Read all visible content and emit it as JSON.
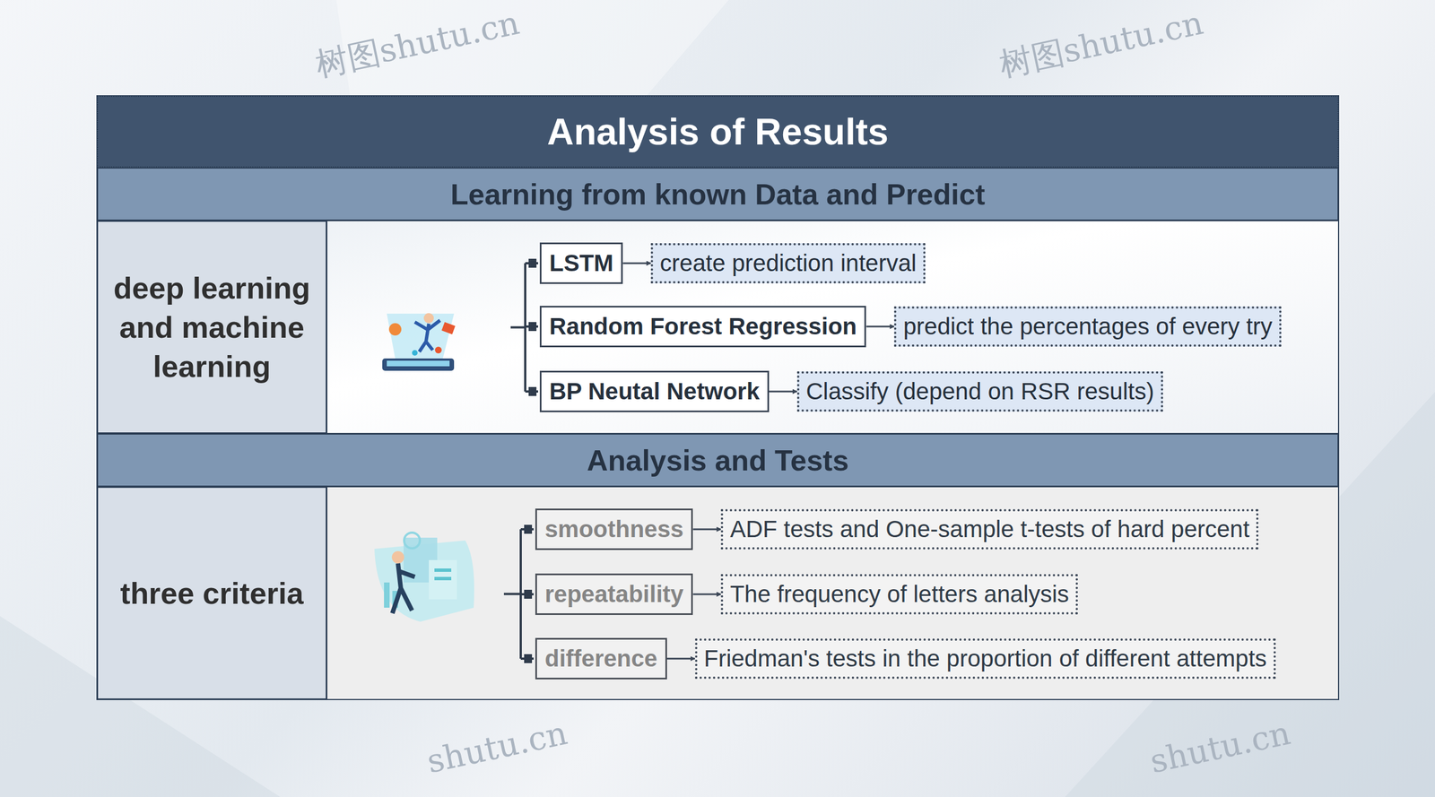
{
  "diagram": {
    "title": "Analysis of Results",
    "nodes": [
      {
        "text": [
          "Learning from known Data and Predict"
        ]
      },
      {
        "text": [
          "deep learning and machine learning"
        ]
      },
      {
        "text": [
          "LSTM"
        ]
      },
      {
        "text": [
          "create prediction interval"
        ]
      },
      {
        "text": [
          "Random Forest Regression"
        ]
      },
      {
        "text": [
          "predict the percentages of every try"
        ]
      },
      {
        "text": [
          "BP Neutal Network"
        ]
      },
      {
        "text": [
          "Classify (depend on RSR results)"
        ]
      },
      {
        "text": [
          "Analysis and Tests"
        ]
      },
      {
        "text": [
          "three criteria"
        ]
      },
      {
        "text": [
          "smoothness"
        ]
      },
      {
        "text": [
          "ADF tests and One-sample t-tests of hard percent"
        ]
      },
      {
        "text": [
          "repeatability"
        ]
      },
      {
        "text": [
          "The frequency of letters analysis"
        ]
      },
      {
        "text": [
          "difference"
        ]
      },
      {
        "text": [
          "Friedman's tests in the proportion of different attempts"
        ]
      }
    ],
    "edges": [
      {
        "from": 2,
        "to": 3,
        "arrow": "to"
      },
      {
        "from": 4,
        "to": 5,
        "arrow": "to"
      },
      {
        "from": 6,
        "to": 7,
        "arrow": "to"
      },
      {
        "from": 10,
        "to": 11,
        "arrow": "to"
      },
      {
        "from": 12,
        "to": 13,
        "arrow": "to"
      },
      {
        "from": 14,
        "to": 15,
        "arrow": "to"
      }
    ],
    "labels": [
      "树图shutu.cn",
      "树图shutu.cn",
      "shutu.cn",
      "shutu.cn"
    ]
  }
}
